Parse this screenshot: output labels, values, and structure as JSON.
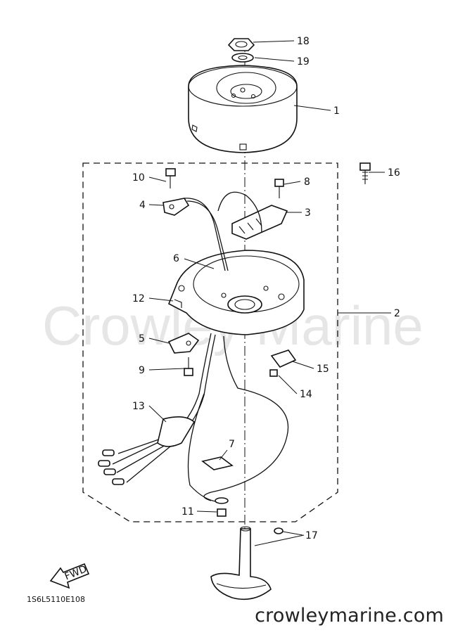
{
  "watermark": "Crowley Marine",
  "site_url": "crowleymarine.com",
  "diagram_code": "1S6L5110E108",
  "fwd_arrow_text": "FWD",
  "callouts": {
    "c1": "1",
    "c2": "2",
    "c3": "3",
    "c4": "4",
    "c5": "5",
    "c6": "6",
    "c7": "7",
    "c8": "8",
    "c9": "9",
    "c10": "10",
    "c11": "11",
    "c12": "12",
    "c13": "13",
    "c14": "14",
    "c15": "15",
    "c16": "16",
    "c17": "17",
    "c18": "18",
    "c19": "19"
  }
}
